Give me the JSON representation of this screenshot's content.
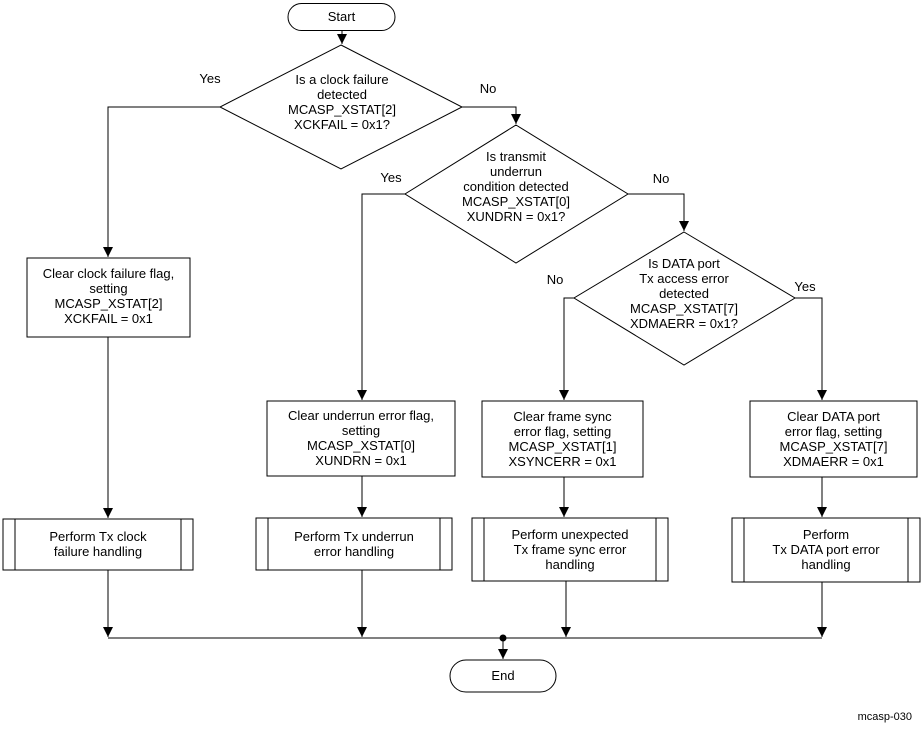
{
  "diagram": {
    "figure_label": "mcasp-030",
    "start": {
      "label": "Start"
    },
    "end": {
      "label": "End"
    },
    "decisions": {
      "clock_failure": {
        "lines": [
          "Is a clock failure",
          "detected",
          "MCASP_XSTAT[2]",
          "XCKFAIL = 0x1?"
        ],
        "yes_label": "Yes",
        "no_label": "No"
      },
      "transmit_underrun": {
        "lines": [
          "Is transmit",
          "underrun",
          "condition detected",
          "MCASP_XSTAT[0]",
          "XUNDRN = 0x1?"
        ],
        "yes_label": "Yes",
        "no_label": "No"
      },
      "data_port_error": {
        "lines": [
          "Is DATA port",
          "Tx access error",
          "detected",
          "MCASP_XSTAT[7]",
          "XDMAERR = 0x1?"
        ],
        "yes_label": "Yes",
        "no_label": "No"
      }
    },
    "processes": {
      "clear_clock_failure": {
        "lines": [
          "Clear clock failure flag,",
          "setting",
          "MCASP_XSTAT[2]",
          "XCKFAIL = 0x1"
        ]
      },
      "clear_underrun": {
        "lines": [
          "Clear underrun error flag,",
          "setting",
          "MCASP_XSTAT[0]",
          "XUNDRN = 0x1"
        ]
      },
      "clear_frame_sync": {
        "lines": [
          "Clear frame sync",
          "error flag, setting",
          "MCASP_XSTAT[1]",
          "XSYNCERR = 0x1"
        ]
      },
      "clear_data_port": {
        "lines": [
          "Clear DATA port",
          "error flag, setting",
          "MCASP_XSTAT[7]",
          "XDMAERR = 0x1"
        ]
      }
    },
    "predefined": {
      "tx_clock_failure": {
        "lines": [
          "Perform Tx clock",
          "failure handling"
        ]
      },
      "tx_underrun": {
        "lines": [
          "Perform Tx underrun",
          "error handling"
        ]
      },
      "tx_frame_sync": {
        "lines": [
          "Perform unexpected",
          "Tx frame sync error",
          "handling"
        ]
      },
      "tx_data_port": {
        "lines": [
          "Perform",
          "Tx DATA port error",
          "handling"
        ]
      }
    },
    "colors": {
      "line": "#000000",
      "background": "#ffffff",
      "text": "#000000"
    }
  }
}
